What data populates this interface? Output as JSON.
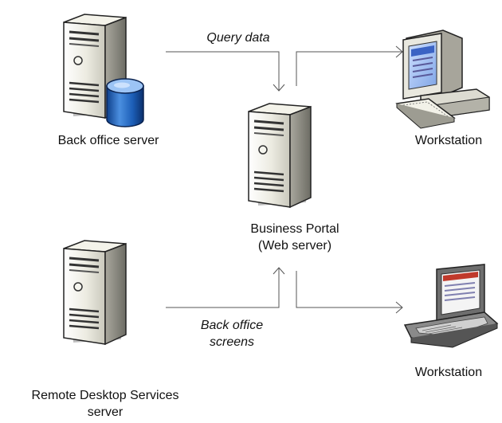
{
  "nodes": {
    "back_office_server": "Back office server",
    "business_portal": {
      "line1": "Business Portal",
      "line2": "(Web server)"
    },
    "workstation_desktop": "Workstation",
    "workstation_laptop": "Workstation",
    "rds_server": {
      "line1": "Remote Desktop Services",
      "line2": "server"
    }
  },
  "edges": {
    "query_data": "Query data",
    "back_office_screens": {
      "line1": "Back office",
      "line2": "screens"
    }
  }
}
